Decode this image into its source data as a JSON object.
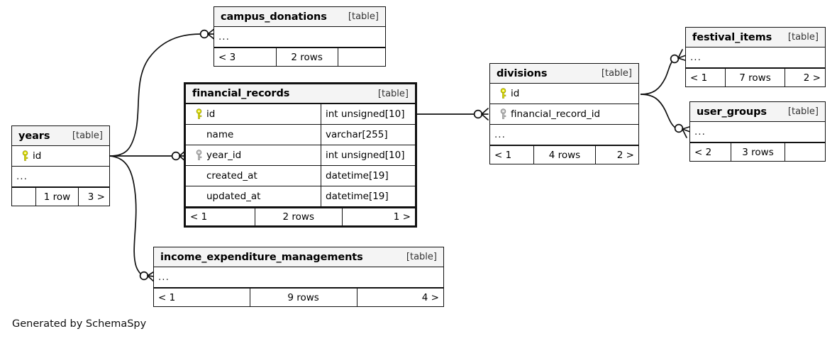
{
  "diagram": {
    "type": "entity-relationship-diagram",
    "generator_caption": "Generated by SchemaSpy",
    "background_color": "#ffffff",
    "header_fill": "#f4f4f4",
    "border_color": "#111111",
    "primary_key_color": "#e8e800",
    "foreign_key_color": "#c3c3c3",
    "kind_label": "[table]",
    "ellipsis_label": "..."
  },
  "tables": {
    "campus_donations": {
      "name": "campus_donations",
      "kind": "[table]",
      "columns": [
        {
          "name": "...",
          "type": "",
          "key": "none"
        }
      ],
      "footer": {
        "prev": "< 3",
        "rows": "2 rows",
        "next": ""
      }
    },
    "financial_records": {
      "name": "financial_records",
      "kind": "[table]",
      "columns": [
        {
          "name": "id",
          "type": "int unsigned[10]",
          "key": "primary"
        },
        {
          "name": "name",
          "type": "varchar[255]",
          "key": "none"
        },
        {
          "name": "year_id",
          "type": "int unsigned[10]",
          "key": "foreign"
        },
        {
          "name": "created_at",
          "type": "datetime[19]",
          "key": "none"
        },
        {
          "name": "updated_at",
          "type": "datetime[19]",
          "key": "none"
        }
      ],
      "footer": {
        "prev": "< 1",
        "rows": "2 rows",
        "next": "1 >"
      }
    },
    "years": {
      "name": "years",
      "kind": "[table]",
      "columns": [
        {
          "name": "id",
          "type": "",
          "key": "primary"
        },
        {
          "name": "...",
          "type": "",
          "key": "none"
        }
      ],
      "footer": {
        "prev": "",
        "rows": "1 row",
        "next": "3 >"
      }
    },
    "divisions": {
      "name": "divisions",
      "kind": "[table]",
      "columns": [
        {
          "name": "id",
          "type": "",
          "key": "primary"
        },
        {
          "name": "financial_record_id",
          "type": "",
          "key": "foreign"
        },
        {
          "name": "...",
          "type": "",
          "key": "none"
        }
      ],
      "footer": {
        "prev": "< 1",
        "rows": "4 rows",
        "next": "2 >"
      }
    },
    "festival_items": {
      "name": "festival_items",
      "kind": "[table]",
      "columns": [
        {
          "name": "...",
          "type": "",
          "key": "none"
        }
      ],
      "footer": {
        "prev": "< 1",
        "rows": "7 rows",
        "next": "2 >"
      }
    },
    "user_groups": {
      "name": "user_groups",
      "kind": "[table]",
      "columns": [
        {
          "name": "...",
          "type": "",
          "key": "none"
        }
      ],
      "footer": {
        "prev": "< 2",
        "rows": "3 rows",
        "next": ""
      }
    },
    "income_expenditure_managements": {
      "name": "income_expenditure_managements",
      "kind": "[table]",
      "columns": [
        {
          "name": "...",
          "type": "",
          "key": "none"
        }
      ],
      "footer": {
        "prev": "< 1",
        "rows": "9 rows",
        "next": "4 >"
      }
    }
  },
  "relationships": [
    {
      "from": "years.id",
      "to": "campus_donations",
      "cardinality": "zero-or-many"
    },
    {
      "from": "years.id",
      "to": "financial_records.year_id",
      "cardinality": "zero-or-many"
    },
    {
      "from": "years.id",
      "to": "income_expenditure_managements",
      "cardinality": "zero-or-many"
    },
    {
      "from": "financial_records.id",
      "to": "divisions.financial_record_id",
      "cardinality": "zero-or-many"
    },
    {
      "from": "divisions.id",
      "to": "festival_items",
      "cardinality": "zero-or-many"
    },
    {
      "from": "divisions.id",
      "to": "user_groups",
      "cardinality": "zero-or-many"
    }
  ]
}
